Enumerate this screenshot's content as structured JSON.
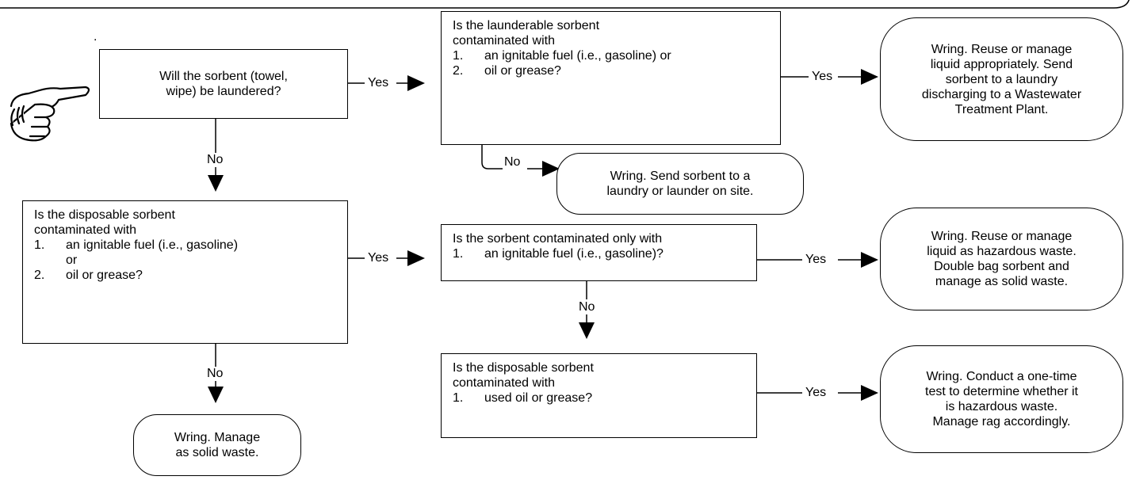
{
  "diagram": {
    "stray_mark": ".",
    "yes_label": "Yes",
    "no_label": "No",
    "q1": {
      "lines": [
        "Will the sorbent (towel,",
        "wipe) be laundered?"
      ]
    },
    "q2": {
      "intro": [
        "Is the launderable sorbent",
        "contaminated with"
      ],
      "items": [
        {
          "num": "1.",
          "text": "an ignitable fuel (i.e., gasoline) or"
        },
        {
          "num": "2.",
          "text": "oil or grease?"
        }
      ]
    },
    "q3": {
      "intro": [
        "Is the disposable sorbent",
        "contaminated with"
      ],
      "items": [
        {
          "num": "1.",
          "text": "an ignitable fuel (i.e., gasoline)",
          "cont": "or"
        },
        {
          "num": "2.",
          "text": "oil or grease?"
        }
      ]
    },
    "q4": {
      "intro": [
        "Is the sorbent contaminated only with"
      ],
      "items": [
        {
          "num": "1.",
          "text": "an ignitable fuel (i.e., gasoline)?"
        }
      ]
    },
    "q5": {
      "intro": [
        "Is the disposable sorbent",
        "contaminated with"
      ],
      "items": [
        {
          "num": "1.",
          "text": "used oil or grease?"
        }
      ]
    },
    "r1": {
      "lines": [
        "Wring.  Reuse or manage",
        "liquid appropriately.  Send",
        "sorbent to a laundry",
        "discharging to a Wastewater",
        "Treatment Plant."
      ]
    },
    "r2": {
      "lines": [
        "Wring.  Send sorbent to a",
        "laundry or launder on site."
      ]
    },
    "r3": {
      "lines": [
        "Wring.  Reuse or manage",
        "liquid as hazardous waste.",
        "Double bag sorbent and",
        "manage as solid waste."
      ]
    },
    "r4": {
      "lines": [
        "Wring.  Conduct a one-time",
        "test to determine whether it",
        "is hazardous waste.",
        "Manage rag accordingly."
      ]
    },
    "r5": {
      "lines": [
        "Wring.  Manage",
        "as solid waste."
      ]
    }
  }
}
